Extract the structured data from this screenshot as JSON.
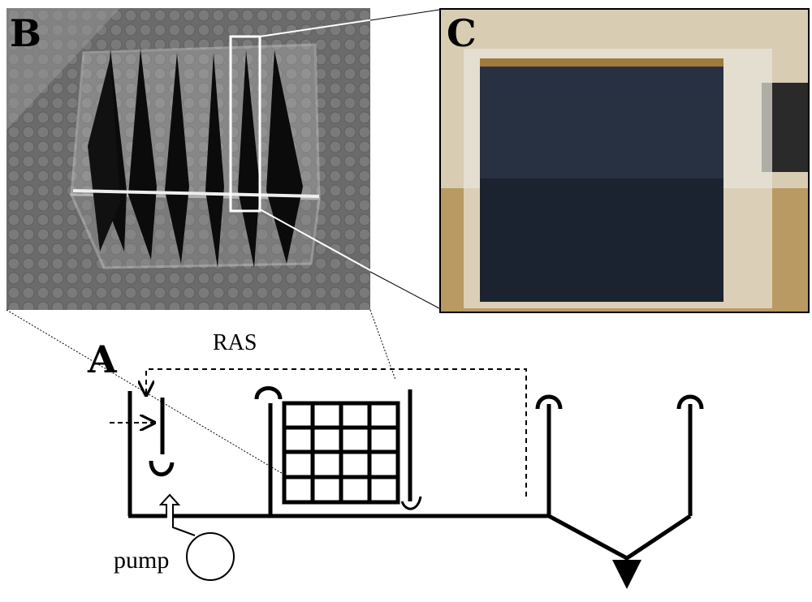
{
  "panels": {
    "a": {
      "letter": "A"
    },
    "b": {
      "letter": "B"
    },
    "c": {
      "letter": "C"
    }
  },
  "schematic": {
    "ras_label": "RAS",
    "pump_label": "pump"
  },
  "colors": {
    "line": "#000000",
    "photo_b_background": "#6f6f6f",
    "photo_c_panel": "#1c2330",
    "photo_c_background": "#c9b48a",
    "zoom_box": "#ffffff"
  }
}
